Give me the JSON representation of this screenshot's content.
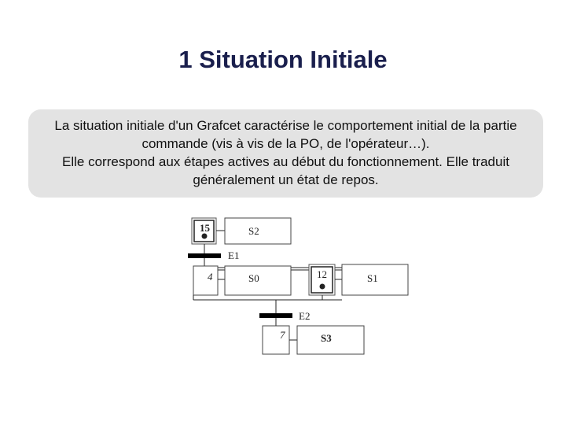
{
  "slide": {
    "title": "1 Situation Initiale",
    "paragraph1": "La situation initiale d'un Grafcet caractérise le comportement initial de la partie commande (vis à vis de la PO, de l'opérateur…).",
    "paragraph2": "Elle correspond aux étapes actives au début du fonctionnement. Elle traduit généralement un état de repos."
  },
  "grafcet": {
    "steps": [
      {
        "id": "15",
        "initial": true,
        "active": true,
        "action": "S2"
      },
      {
        "id": "4",
        "initial": false,
        "active": false,
        "action": "S0"
      },
      {
        "id": "12",
        "initial": true,
        "active": true,
        "action": "S1"
      },
      {
        "id": "7",
        "initial": false,
        "active": false,
        "action": "S3"
      }
    ],
    "transitions": [
      {
        "label": "E1"
      },
      {
        "label": "E2"
      }
    ]
  }
}
